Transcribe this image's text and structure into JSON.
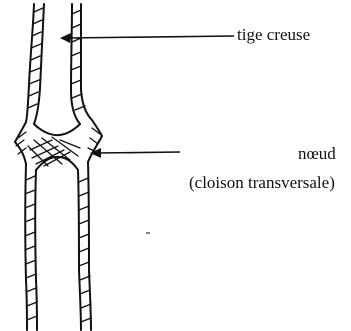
{
  "labels": {
    "tige_creuse": "tige creuse",
    "noeud": "nœud",
    "cloison": "(cloison transversale)"
  },
  "colors": {
    "ink": "#111111",
    "background": "#ffffff"
  }
}
